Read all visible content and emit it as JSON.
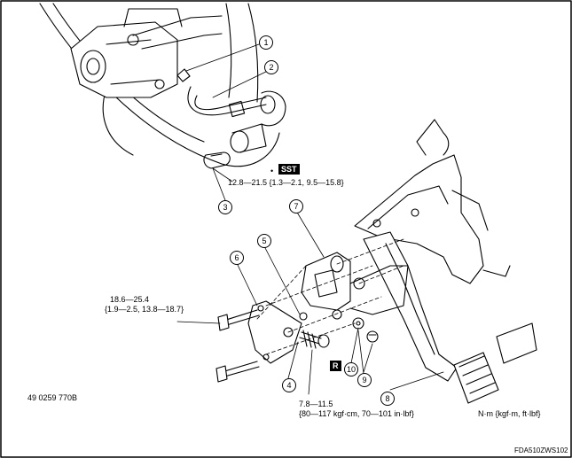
{
  "callouts": [
    "1",
    "2",
    "3",
    "4",
    "5",
    "6",
    "7",
    "8",
    "9",
    "10"
  ],
  "badges": {
    "sst": "SST",
    "r": "R"
  },
  "sst_marker": "•",
  "torques": {
    "t1": "12.8—21.5 {1.3—2.1, 9.5—15.8}",
    "t2_line1": "18.6—25.4",
    "t2_line2": "{1.9—2.5, 13.8—18.7}",
    "t3_line1": "7.8—11.5",
    "t3_line2": "{80—117 kgf·cm, 70—101 in·lbf}"
  },
  "tool_number": "49 0259 770B",
  "units_note": "N·m {kgf·m, ft·lbf}",
  "figure_id": "FDA510ZWS102"
}
